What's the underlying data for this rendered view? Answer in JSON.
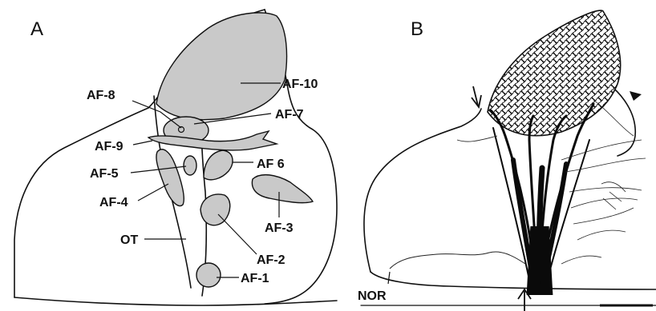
{
  "panels": {
    "a": {
      "letter": "A",
      "fields": [
        {
          "id": "af1",
          "label": "AF-1"
        },
        {
          "id": "af2",
          "label": "AF-2"
        },
        {
          "id": "af3",
          "label": "AF-3"
        },
        {
          "id": "af4",
          "label": "AF-4"
        },
        {
          "id": "af5",
          "label": "AF-5"
        },
        {
          "id": "af6",
          "label": "AF 6"
        },
        {
          "id": "af7",
          "label": "AF-7"
        },
        {
          "id": "af8",
          "label": "AF-8"
        },
        {
          "id": "af9",
          "label": "AF-9"
        },
        {
          "id": "af10",
          "label": "AF-10"
        }
      ],
      "ot_label": "OT"
    },
    "b": {
      "letter": "B",
      "nor_label": "NOR"
    }
  },
  "colors": {
    "ink": "#111111",
    "field_fill": "#c9c9c9",
    "background": "#ffffff"
  }
}
